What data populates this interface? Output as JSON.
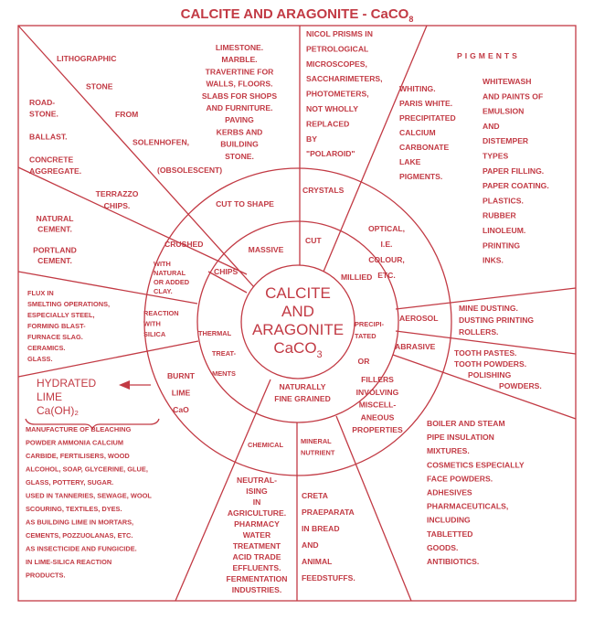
{
  "title": {
    "main": "CALCITE AND ARAGONITE - CaCO",
    "subscript": "8"
  },
  "center": {
    "lines": [
      "CALCITE",
      "AND",
      "ARAGONITE",
      "CaCO"
    ],
    "subscript": "3"
  },
  "blocks": {
    "lithographic": [
      "LITHOGRAPHIC",
      "STONE",
      "FROM",
      "SOLENHOFEN,",
      "(OBSOLESCENT)"
    ],
    "roadstone": [
      "ROAD-",
      "STONE.",
      "",
      "BALLAST.",
      "",
      "CONCRETE",
      "AGGREGATE."
    ],
    "limestone": [
      "LIMESTONE.",
      "MARBLE.",
      "TRAVERTINE FOR",
      "WALLS, FLOORS.",
      "SLABS FOR SHOPS",
      "AND FURNITURE.",
      "PAVING",
      "KERBS AND",
      "BUILDING",
      "STONE."
    ],
    "nicol": [
      "NICOL PRISMS IN",
      "PETROLOGICAL",
      "MICROSCOPES,",
      "SACCHARIMETERS,",
      "PHOTOMETERS,",
      "NOT WHOLLY",
      "REPLACED",
      "BY",
      "\"POLAROID\""
    ],
    "pigments_heading": [
      "PIGMENTS"
    ],
    "whiting": [
      "WHITING.",
      "PARIS WHITE.",
      "PRECIPITATED",
      "CALCIUM",
      "CARBONATE",
      "LAKE",
      "PIGMENTS."
    ],
    "whitewash": [
      "WHITEWASH",
      "AND PAINTS OF",
      "EMULSION",
      "AND",
      "DISTEMPER",
      "TYPES",
      "PAPER FILLING.",
      "PAPER COATING.",
      "PLASTICS.",
      "RUBBER",
      "LINOLEUM.",
      "PRINTING",
      "INKS."
    ],
    "terrazzo": [
      "TERRAZZO",
      "CHIPS."
    ],
    "natural_cement": [
      "NATURAL",
      "CEMENT.",
      "",
      "PORTLAND",
      "CEMENT."
    ],
    "cut_to_shape": [
      "CUT TO SHAPE"
    ],
    "crystals": [
      "CRYSTALS"
    ],
    "crushed": [
      "CRUSHED"
    ],
    "massive": [
      "MASSIVE"
    ],
    "cut": [
      "CUT"
    ],
    "chips": [
      "CHIPS"
    ],
    "optical": [
      "OPTICAL,",
      "I.E.",
      "COLOUR,",
      "ETC."
    ],
    "millied": [
      "MILLIED"
    ],
    "with_clay": [
      "WITH",
      "NATURAL",
      "OR ADDED",
      "CLAY."
    ],
    "flux": [
      "FLUX IN",
      "SMELTING OPERATIONS,",
      "ESPECIALLY STEEL,",
      "FORMING BLAST-",
      "FURNACE SLAG.",
      "CERAMICS.",
      "GLASS."
    ],
    "reaction": [
      "REACTION",
      "WITH",
      "SILICA"
    ],
    "thermal": [
      "THERMAL"
    ],
    "treatments": [
      "TREAT-",
      "MENTS"
    ],
    "precipitated": [
      "PRECIPI-",
      "TATED"
    ],
    "or": [
      "OR"
    ],
    "aerosol": [
      "AEROSOL"
    ],
    "abrasive": [
      "ABRASIVE"
    ],
    "mine_dusting": [
      "MINE DUSTING.",
      "DUSTING PRINTING",
      "ROLLERS."
    ],
    "tooth": [
      "TOOTH PASTES.",
      "TOOTH POWDERS."
    ],
    "polishing": [
      "POLISHING"
    ],
    "powders": [
      "POWDERS."
    ],
    "burnt_lime": [
      "BURNT",
      "LIME",
      "CaO"
    ],
    "hydrated": [
      "HYDRATED",
      "LIME",
      "Ca(OH)₂"
    ],
    "naturally": [
      "NATURALLY",
      "FINE GRAINED"
    ],
    "fillers": [
      "FILLERS",
      "INVOLVING",
      "MISCELL-",
      "ANEOUS",
      "PROPERTIES"
    ],
    "chemical": [
      "CHEMICAL"
    ],
    "mineral": [
      "MINERAL",
      "NUTRIENT"
    ],
    "manufacture": [
      "MANUFACTURE OF BLEACHING",
      "POWDER AMMONIA CALCIUM",
      "CARBIDE, FERTILISERS, WOOD",
      "ALCOHOL, SOAP, GLYCERINE, GLUE,",
      "GLASS, POTTERY, SUGAR.",
      "USED IN TANNERIES, SEWAGE, WOOL",
      "SCOURING, TEXTILES, DYES.",
      "AS BUILDING LIME IN MORTARS,",
      "CEMENTS, POZZUOLANAS, ETC.",
      "AS INSECTICIDE AND FUNGICIDE.",
      "IN LIME-SILICA REACTION",
      "PRODUCTS."
    ],
    "neutralising": [
      "NEUTRAL-",
      "ISING",
      "IN",
      "AGRICULTURE.",
      "PHARMACY",
      "WATER",
      "TREATMENT",
      "ACID TRADE",
      "EFFLUENTS.",
      "FERMENTATION",
      "INDUSTRIES."
    ],
    "creta": [
      "CRETA",
      "PRAEPARATA",
      "IN BREAD",
      "AND",
      "ANIMAL",
      "FEEDSTUFFS."
    ],
    "boiler": [
      "BOILER AND STEAM",
      "PIPE INSULATION",
      "MIXTURES.",
      "COSMETICS ESPECIALLY",
      "FACE POWDERS.",
      "ADHESIVES",
      "PHARMACEUTICALS,",
      "INCLUDING",
      "TABLETTED",
      "GOODS.",
      "ANTIBIOTICS."
    ]
  },
  "colors": {
    "ink": "#c23a44",
    "background": "#ffffff"
  }
}
